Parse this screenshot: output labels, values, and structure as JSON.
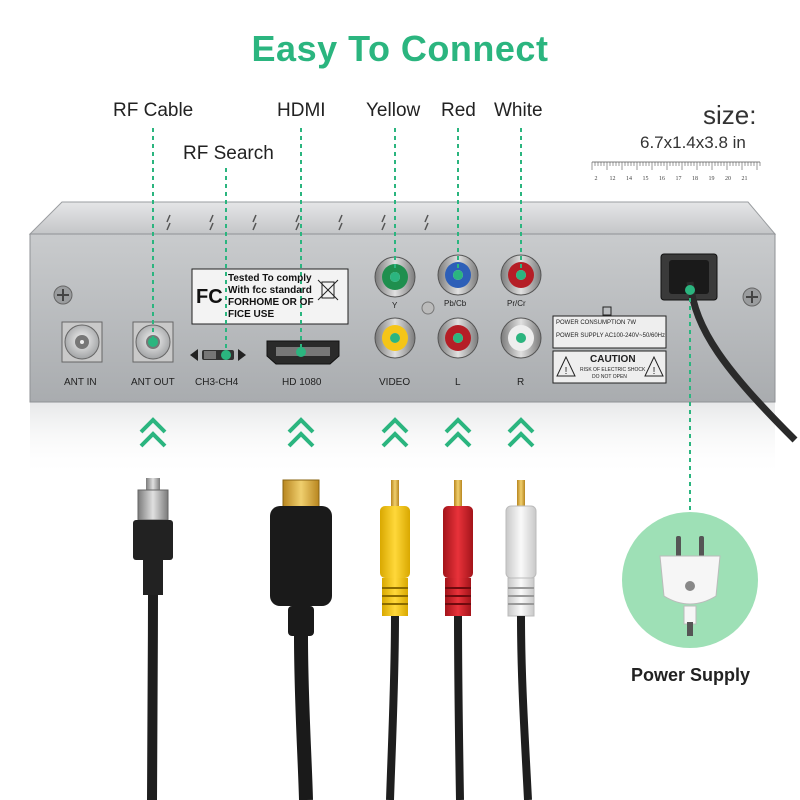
{
  "title": "Easy To Connect",
  "labels": {
    "rf_cable": "RF Cable",
    "rf_search": "RF Search",
    "hdmi": "HDMI",
    "yellow": "Yellow",
    "red": "Red",
    "white": "White"
  },
  "size": {
    "title": "size:",
    "value": "6.7x1.4x3.8 in",
    "ruler_numbers": [
      "2",
      "12",
      "14",
      "15",
      "16",
      "17",
      "18",
      "19",
      "20",
      "21"
    ]
  },
  "panel": {
    "ant_in": "ANT IN",
    "ant_out": "ANT OUT",
    "ch": "CH3-CH4",
    "hd": "HD 1080",
    "video": "VIDEO",
    "l": "L",
    "r": "R",
    "y": "Y",
    "pb": "Pb/Cb",
    "pr": "Pr/Cr",
    "fcc_logo": "FC",
    "fcc_lines": [
      "Tested To comply",
      "With fcc standard",
      "FORHOME OR OF",
      "FICE USE"
    ],
    "power_consumption": "POWER CONSUMPTION 7W",
    "power_supply_spec": "POWER SUPPLY AC100-240V~50/60Hz",
    "caution": "CAUTION",
    "caution_l1": "RISK OF ELECTRIC SHOCK",
    "caution_l2": "DO NOT OPEN"
  },
  "power_supply_label": "Power Supply",
  "colors": {
    "accent": "#2bb57f",
    "panel": "#b9bcbf",
    "video_yellow": "#f5c518",
    "red_plug": "#d9232a",
    "white_plug": "#ececec",
    "badge": "#9ee0b6"
  }
}
